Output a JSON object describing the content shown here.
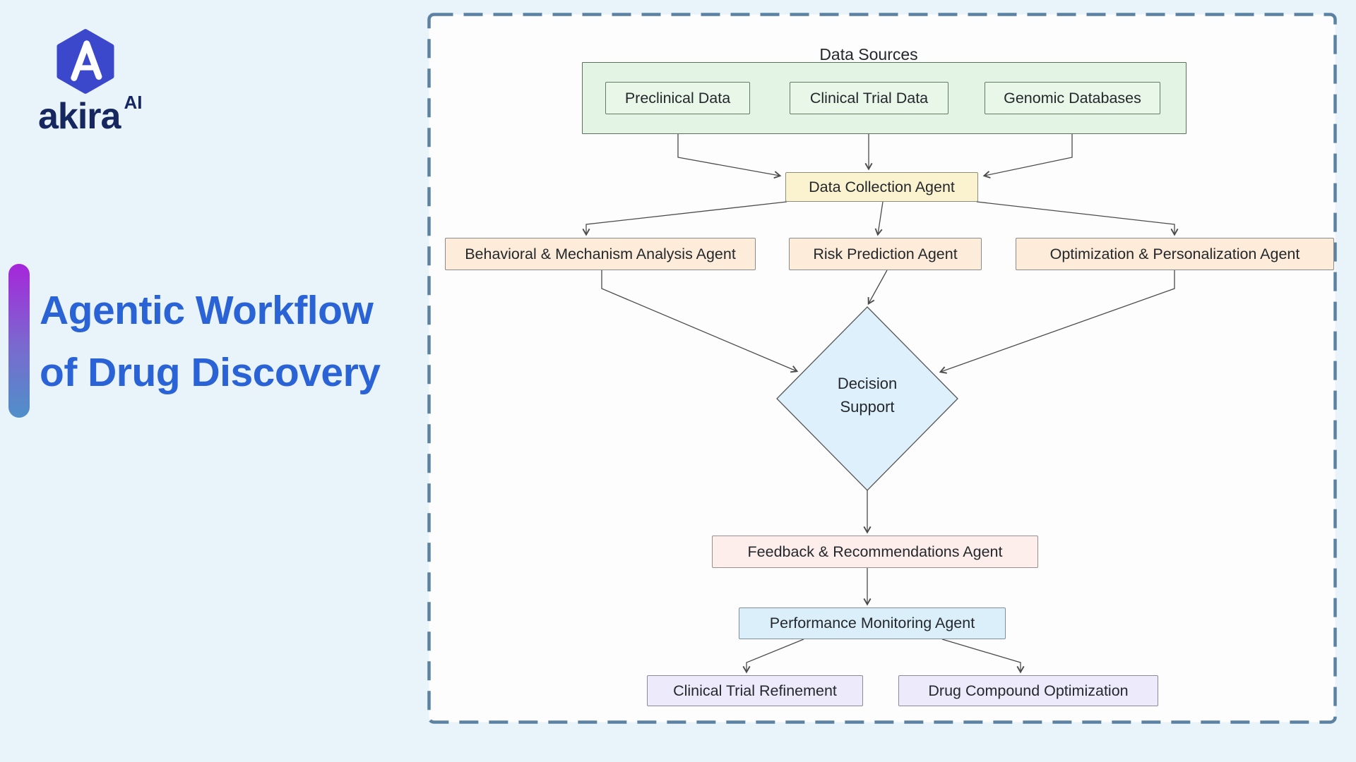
{
  "brand": {
    "name": "akira",
    "suffix": "AI"
  },
  "title": {
    "line1": "Agentic Workflow",
    "line2": "of Drug Discovery"
  },
  "diagram": {
    "data_sources_label": "Data Sources",
    "nodes": {
      "preclinical": {
        "label": "Preclinical Data"
      },
      "clinical": {
        "label": "Clinical Trial Data"
      },
      "genomic": {
        "label": "Genomic Databases"
      },
      "collection": {
        "label": "Data Collection Agent"
      },
      "behavioral": {
        "label": "Behavioral & Mechanism Analysis Agent"
      },
      "risk": {
        "label": "Risk Prediction Agent"
      },
      "optimization": {
        "label": "Optimization & Personalization Agent"
      },
      "decision": {
        "line1": "Decision",
        "line2": "Support"
      },
      "feedback": {
        "label": "Feedback & Recommendations Agent"
      },
      "performance": {
        "label": "Performance Monitoring Agent"
      },
      "trial_refinement": {
        "label": "Clinical Trial Refinement"
      },
      "compound_optimization": {
        "label": "Drug Compound Optimization"
      }
    }
  },
  "colors": {
    "page_bg": "#e9f3fa",
    "panel_bg": "#fdfdfe",
    "panel_border": "#5b82a3",
    "accent_gradient_top": "#a626da",
    "accent_gradient_bottom": "#4f90c9",
    "title_text": "#2a63d6",
    "brand_navy": "#16265e",
    "hexagon_blue": "#3c48cb",
    "source_group_fill": "#e4f4e4",
    "source_box_fill": "#e9f7e9",
    "collection_fill": "#fbf3cf",
    "analysis_fill": "#fcecd9",
    "decision_fill": "#def0fb",
    "feedback_fill": "#fdeeec",
    "monitoring_fill": "#dbeffb",
    "outcome_fill": "#edebfb",
    "connector_line": "#4b4b4b"
  }
}
